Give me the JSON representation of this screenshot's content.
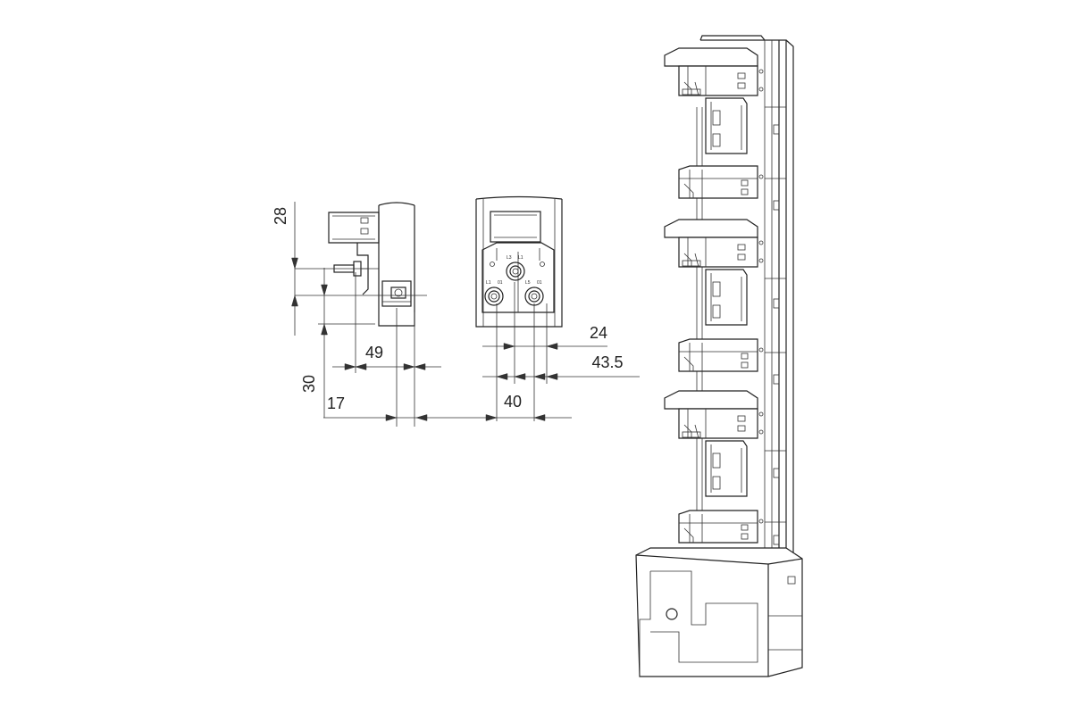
{
  "drawing": {
    "dimensions": {
      "height_top": "28",
      "height_bottom": "30",
      "depth_total": "49",
      "depth_offset": "17",
      "width_inner": "24",
      "width_outer": "43.5",
      "width_center": "40"
    },
    "terminal_labels": {
      "top_left": "L3",
      "top_right": "L1",
      "bottom_left": "L1",
      "bottom_mid_left": "01",
      "bottom_mid_right": "L5",
      "bottom_right": "01"
    },
    "colors": {
      "line": "#222222",
      "background": "#ffffff"
    }
  }
}
